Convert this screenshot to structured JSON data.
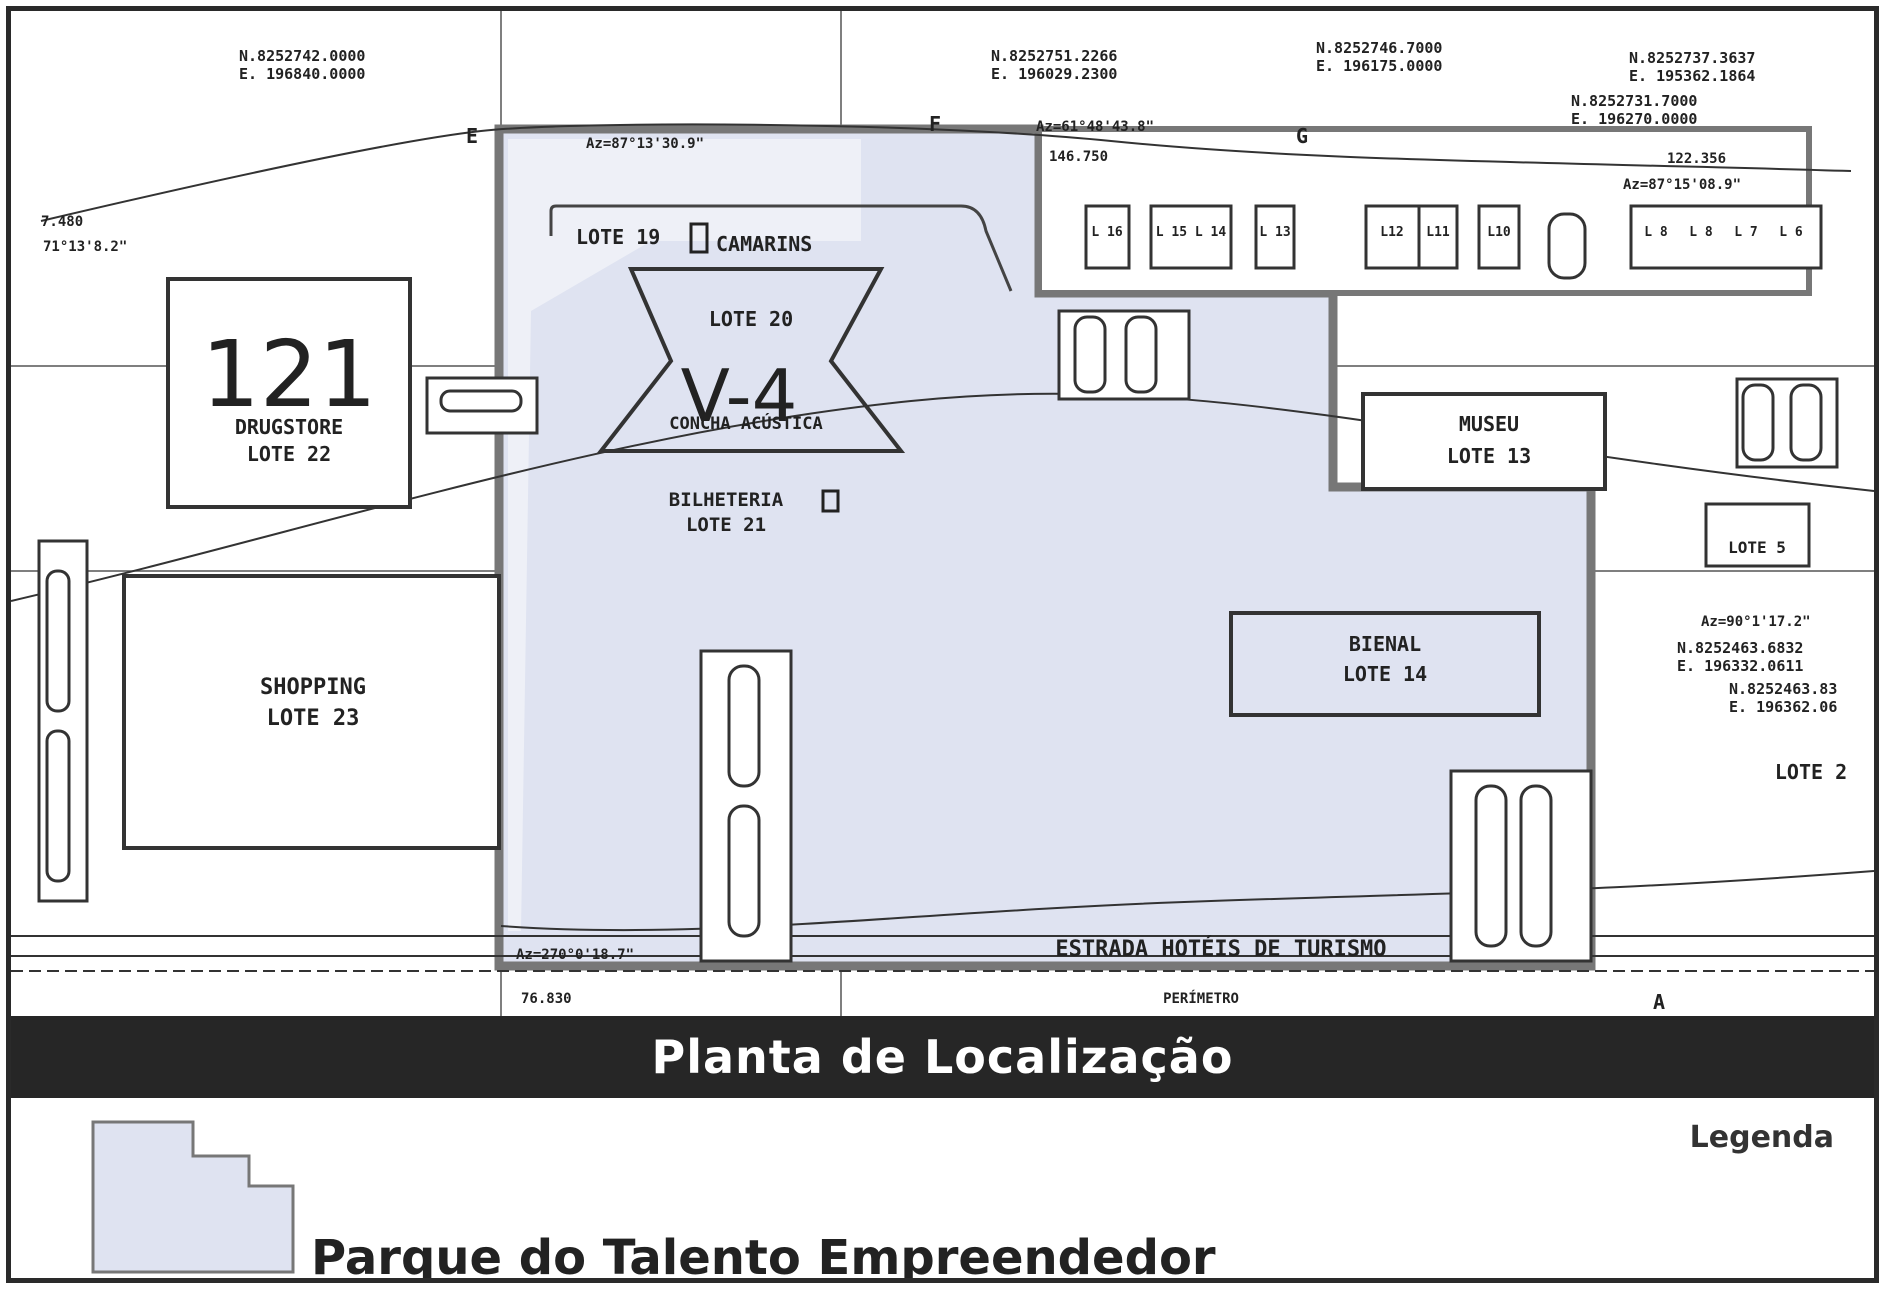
{
  "title": "Planta de Localização",
  "legend": {
    "heading": "Legenda",
    "item_label": "Parque do Talento Empreendedor",
    "swatch_color": "#dfe3f1"
  },
  "map": {
    "lotes": {
      "drugstore_number": "121",
      "drugstore_name": "DRUGSTORE",
      "drugstore_lote": "LOTE 22",
      "shopping_name": "SHOPPING",
      "shopping_lote": "LOTE 23",
      "lote19": "LOTE 19",
      "camarins": "CAMARINS",
      "lote20": "LOTE 20",
      "concha": "CONCHA ACÚSTICA",
      "v4": "V-4",
      "bilheteria": "BILHETERIA",
      "lote21": "LOTE 21",
      "museu": "MUSEU",
      "lote13": "LOTE 13",
      "bienal": "BIENAL",
      "lote14": "LOTE 14",
      "lote5": "LOTE 5",
      "lote2": "LOTE 2"
    },
    "small_lots": [
      "L 16",
      "L 15 L 14",
      "L 13",
      "L12",
      "L11",
      "L10",
      "L 8",
      "L 8",
      "L 7",
      "L 6"
    ],
    "road_label": "ESTRADA HOTÉIS DE TURISMO",
    "perimetro": "PERÍMETRO",
    "coords": [
      {
        "n": "N.8252742.0000",
        "e": "E. 196840.0000"
      },
      {
        "n": "N.8252751.2266",
        "e": "E. 196029.2300"
      },
      {
        "n": "N.8252746.7000",
        "e": "E. 196175.0000"
      },
      {
        "n": "N.8252737.3637",
        "e": "E. 195362.1864"
      },
      {
        "n": "N.8252731.7000",
        "e": "E. 196270.0000"
      },
      {
        "n": "N.8252463.6832",
        "e": "E. 196332.0611"
      },
      {
        "n": "N.8252463.83",
        "e": "E. 196362.06"
      }
    ],
    "bearings": [
      "Az=87°13'30.9\"",
      "Az=61°48'43.8\"",
      "Az=87°15'08.9\"",
      "Az=270°0'18.7\"",
      "71°13'8.2\"",
      "Az=90°1'17.2\""
    ],
    "point_labels": [
      "E",
      "F",
      "G",
      "A"
    ],
    "dims": [
      "122.356",
      "146.750",
      "7.480",
      "76.830"
    ],
    "parque_fill": "#dfe3f1",
    "parque_border": "#777777"
  }
}
